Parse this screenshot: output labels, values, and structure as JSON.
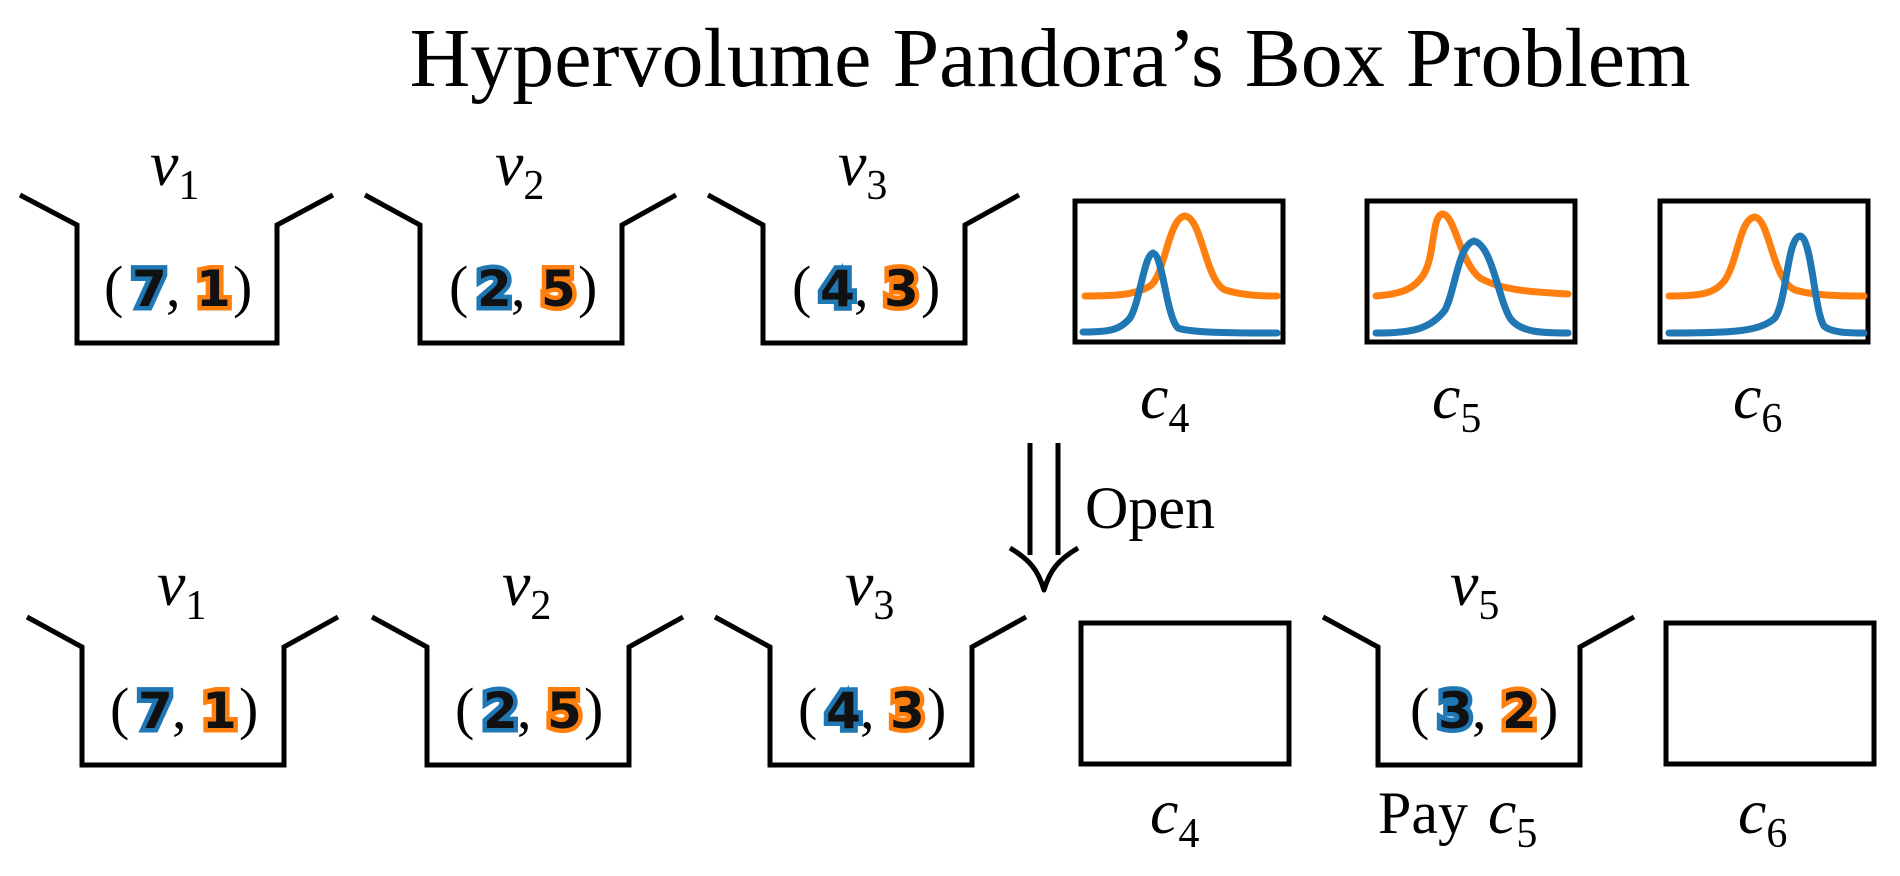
{
  "title": "Hypervolume Pandora’s Box Problem",
  "colors": {
    "blue": "#1f77b4",
    "orange": "#ff7f0e",
    "ink": "#000000"
  },
  "transition": {
    "label": "Open"
  },
  "top_row": {
    "open_boxes": [
      {
        "var": "v",
        "sub": "1",
        "values": [
          "7",
          "1"
        ]
      },
      {
        "var": "v",
        "sub": "2",
        "values": [
          "2",
          "5"
        ]
      },
      {
        "var": "v",
        "sub": "3",
        "values": [
          "4",
          "3"
        ]
      }
    ],
    "closed_boxes": [
      {
        "var": "c",
        "sub": "4"
      },
      {
        "var": "c",
        "sub": "5"
      },
      {
        "var": "c",
        "sub": "6"
      }
    ]
  },
  "bottom_row": {
    "open_boxes": [
      {
        "var": "v",
        "sub": "1",
        "values": [
          "7",
          "1"
        ]
      },
      {
        "var": "v",
        "sub": "2",
        "values": [
          "2",
          "5"
        ]
      },
      {
        "var": "v",
        "sub": "3",
        "values": [
          "4",
          "3"
        ]
      },
      {
        "var": "v",
        "sub": "5",
        "values": [
          "3",
          "2"
        ],
        "cost_prefix": "Pay",
        "cost_var": "c",
        "cost_sub": "5"
      }
    ],
    "closed_boxes": [
      {
        "var": "c",
        "sub": "4"
      },
      {
        "var": "c",
        "sub": "6"
      }
    ]
  }
}
